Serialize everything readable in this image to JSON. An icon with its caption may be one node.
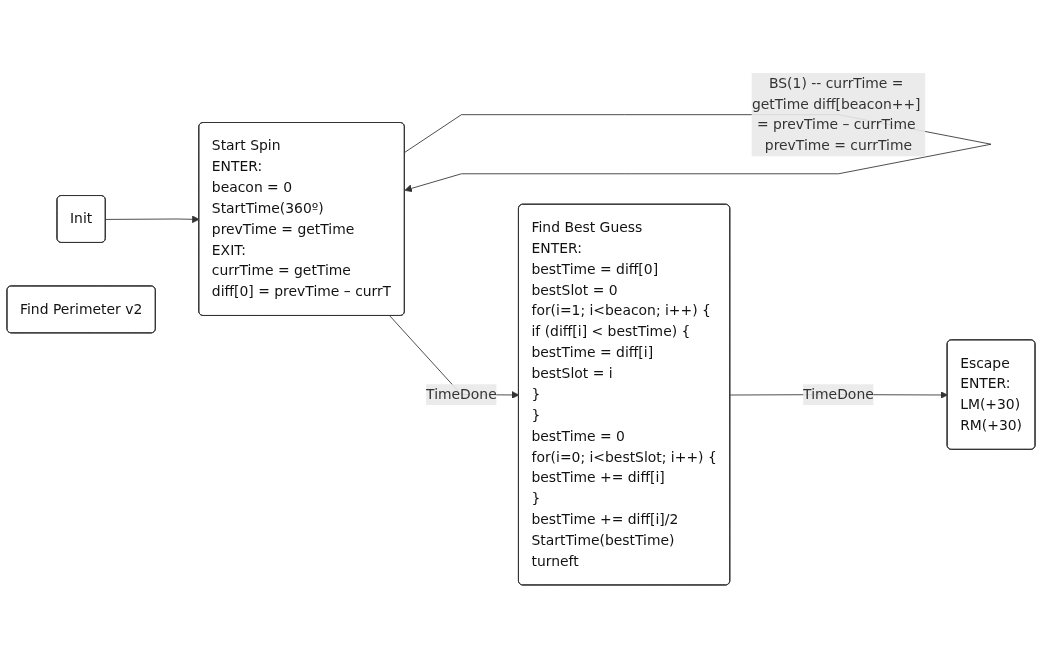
{
  "diagram": {
    "nodes": [
      {
        "text": [
          "Init"
        ]
      },
      {
        "text": [
          "Start Spin",
          "ENTER:",
          "beacon = 0",
          "StartTime(360º)",
          "prevTime = getTime",
          "EXIT:",
          "currTime = getTime",
          "diff[0] = prevTime – currT"
        ]
      },
      {
        "text": [
          "Find Best Guess",
          "ENTER:",
          "bestTime = diff[0]",
          "bestSlot = 0",
          "for(i=1; i<beacon; i++) {",
          "if (diff[i] < bestTime) {",
          "bestTime = diff[i]",
          "bestSlot = i",
          "}",
          "}",
          "bestTime = 0",
          "for(i=0; i<bestSlot; i++) {",
          "bestTime += diff[i]",
          "}",
          "bestTime += diff[i]/2",
          "StartTime(bestTime)",
          "turneft"
        ]
      },
      {
        "text": [
          "Escape",
          "ENTER:",
          "LM(+30)",
          "RM(+30)"
        ]
      },
      {
        "text": [
          "Find Perimeter v2"
        ]
      }
    ],
    "edges": [
      {
        "from": 0,
        "to": 1,
        "arrow": "to"
      },
      {
        "from": 1,
        "to": 1,
        "arrow": "to",
        "label": "BS(1) -- currTime = getTime diff[beacon++] = prevTime – currTime prevTime = currTime"
      },
      {
        "from": 1,
        "to": 2,
        "arrow": "to",
        "label": "TimeDone"
      },
      {
        "from": 2,
        "to": 3,
        "arrow": "to",
        "label": "TimeDone"
      }
    ]
  }
}
